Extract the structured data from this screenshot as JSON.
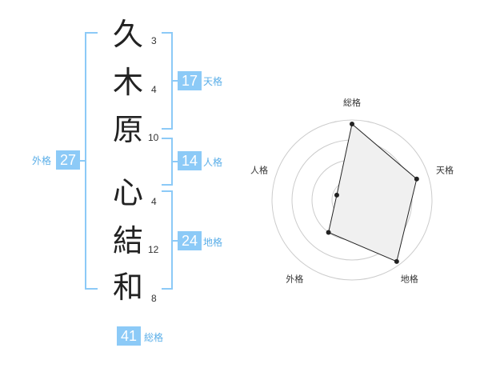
{
  "name_chars": [
    {
      "char": "久",
      "strokes": "3"
    },
    {
      "char": "木",
      "strokes": "4"
    },
    {
      "char": "原",
      "strokes": "10"
    },
    {
      "char": "心",
      "strokes": "4"
    },
    {
      "char": "結",
      "strokes": "12"
    },
    {
      "char": "和",
      "strokes": "8"
    }
  ],
  "scores": {
    "tenkaku": {
      "value": "17",
      "label": "天格"
    },
    "jinkaku": {
      "value": "14",
      "label": "人格"
    },
    "chikaku": {
      "value": "24",
      "label": "地格"
    },
    "gaikaku": {
      "value": "27",
      "label": "外格"
    },
    "soukaku": {
      "value": "41",
      "label": "総格"
    }
  },
  "colors": {
    "accent": "#8ccaf7",
    "label": "#5aaee8",
    "text": "#222222"
  },
  "chart_data": {
    "type": "radar",
    "axes": [
      "総格",
      "天格",
      "地格",
      "外格",
      "人格"
    ],
    "values": [
      0.95,
      0.85,
      0.95,
      0.5,
      0.2
    ],
    "max": 1,
    "rings": 4,
    "grid": true
  }
}
